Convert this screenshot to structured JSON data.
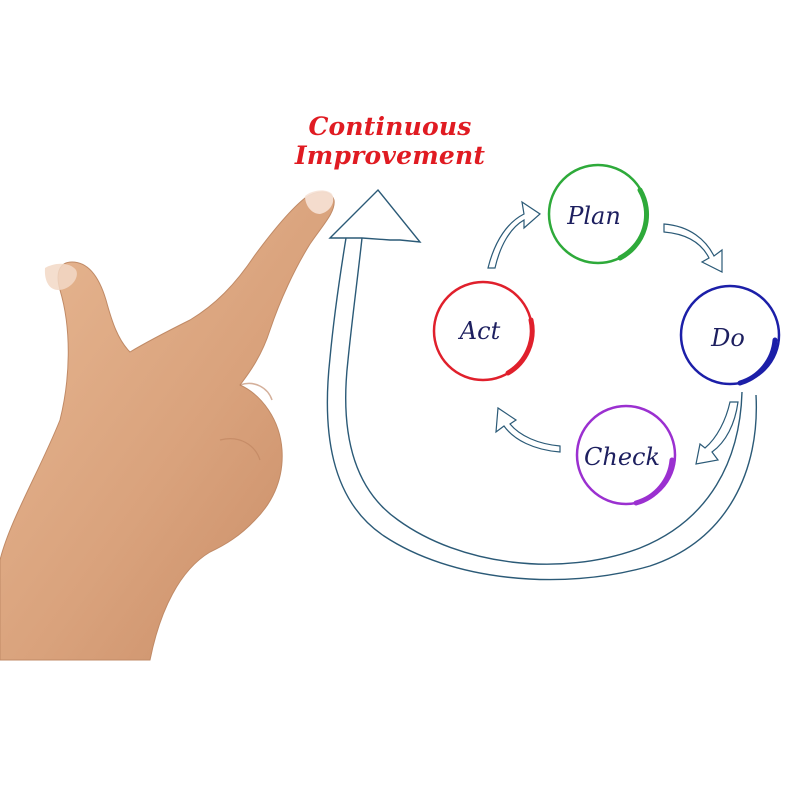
{
  "title": {
    "line1": "Continuous",
    "line2": "Improvement",
    "color": "#e01b22"
  },
  "cycle": {
    "nodes": [
      {
        "id": "plan",
        "label": "Plan",
        "color": "#2eaa3a"
      },
      {
        "id": "do",
        "label": "Do",
        "color": "#1c1fa8"
      },
      {
        "id": "check",
        "label": "Check",
        "color": "#9b30d0"
      },
      {
        "id": "act",
        "label": "Act",
        "color": "#e0202c"
      }
    ],
    "label_color": "#1d1f5f",
    "arrow_color": "#2b5a77"
  },
  "illustration": {
    "subject": "hand-pointing-up",
    "skin_color": "#d9a27c"
  }
}
